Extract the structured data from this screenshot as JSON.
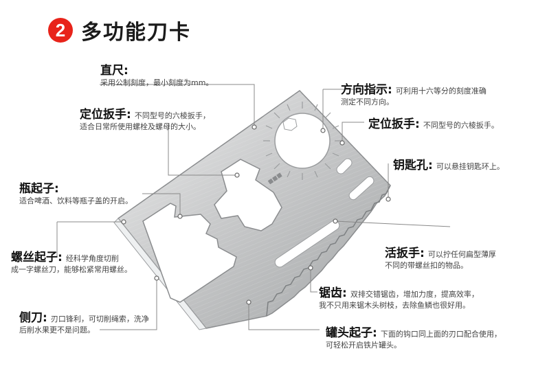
{
  "header": {
    "badge": "2",
    "title": "多功能刀卡"
  },
  "callouts": {
    "ruler": {
      "name": "直尺:",
      "desc": [
        "采用公制刻度，最小刻度为mm。"
      ]
    },
    "positioning_wrench_left": {
      "name": "定位扳手:",
      "desc": [
        "不同型号的六棱扳手，",
        "适合日常所使用螺栓及螺母的大小。"
      ]
    },
    "bottle_opener": {
      "name": "瓶起子:",
      "desc": [
        "适合啤酒、饮料等瓶子盖的开启。"
      ]
    },
    "screwdriver": {
      "name": "螺丝起子:",
      "desc": [
        "经科学角度切削",
        "成一字螺丝刀，能够松紧常用螺丝。"
      ]
    },
    "side_blade": {
      "name": "侧刀:",
      "desc": [
        "刃口锋利，可切削绳索，洗净",
        "后削水果更不是问题。"
      ]
    },
    "direction": {
      "name": "方向指示:",
      "desc": [
        "可利用十六等分的刻度准确",
        "测定不同方向。"
      ]
    },
    "positioning_wrench_right": {
      "name": "定位扳手:",
      "desc": [
        "不同型号的六棱扳手。"
      ]
    },
    "key_hole": {
      "name": "钥匙孔:",
      "desc": [
        "可以悬挂钥匙环上。"
      ]
    },
    "adjustable_wrench": {
      "name": "活扳手:",
      "desc": [
        "可以拧任何扁型薄厚",
        "不同的带螺丝扣的物品。"
      ]
    },
    "saw": {
      "name": "锯齿:",
      "desc": [
        "双排交错锯齿，增加力度，提高效率，",
        "我不只用来锯木头树枝，去除鱼鳞也很好用。"
      ]
    },
    "can_opener": {
      "name": "罐头起子:",
      "desc": [
        "下面的钩口同上面的刃口配合使用，",
        "可轻松开启铁片罐头。"
      ]
    }
  },
  "colors": {
    "badge": "#e8231a",
    "leader": "#777777",
    "metal_light": "#d9dadb",
    "metal_dark": "#8f9294"
  }
}
